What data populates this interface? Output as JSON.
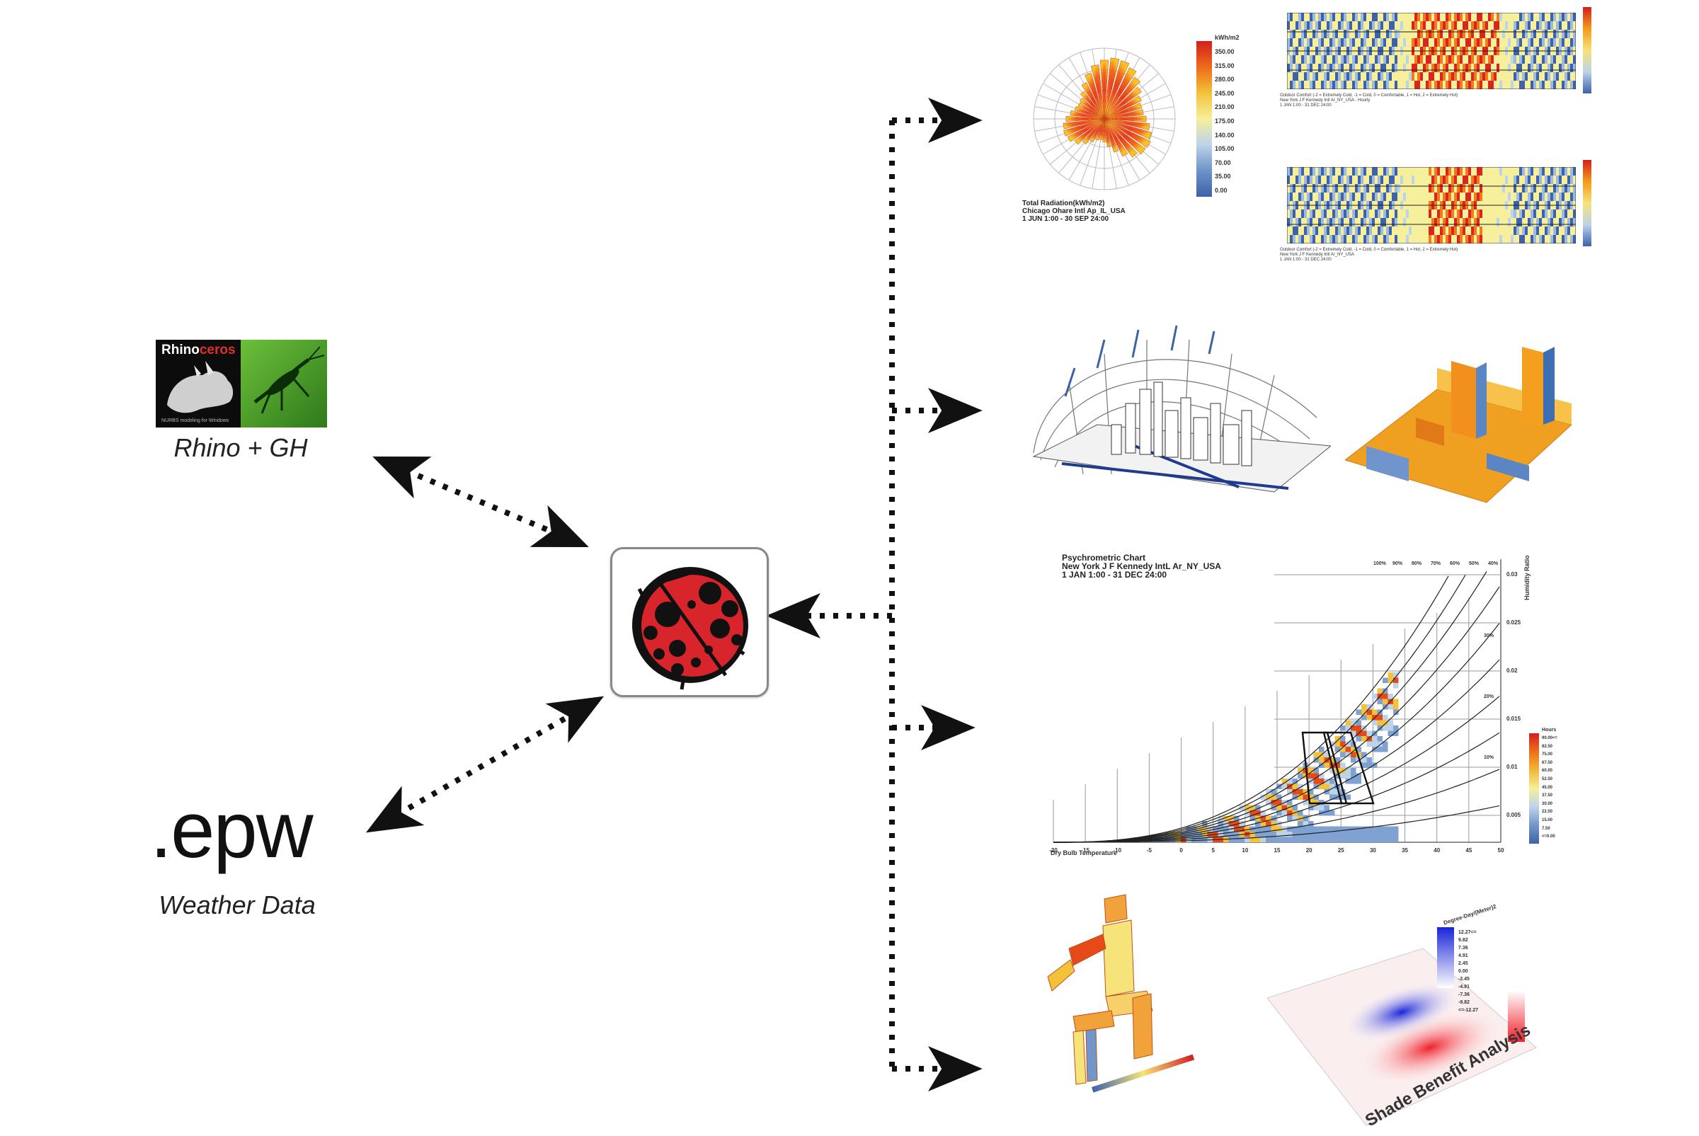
{
  "sources": {
    "rhino": {
      "logo_brand_a": "Rhino",
      "logo_brand_b": "ceros",
      "logo_tagline": "NURBS modeling for Windows",
      "label": "Rhino + GH"
    },
    "epw": {
      "title": ".epw",
      "label": "Weather Data"
    }
  },
  "hub": {
    "icon": "ladybug-icon"
  },
  "outputs": {
    "radiation_rose": {
      "legend_unit": "kWh/m2",
      "legend_values": [
        "350.00",
        "315.00",
        "280.00",
        "245.00",
        "210.00",
        "175.00",
        "140.00",
        "105.00",
        "70.00",
        "35.00",
        "0.00"
      ],
      "caption_lines": [
        "Total Radiation(kWh/m2)",
        "Chicago Ohare Intl Ap_IL_USA",
        "1 JUN 1:00 - 30 SEP 24:00"
      ]
    },
    "psychrometric": {
      "title_lines": [
        "Psychrometric Chart",
        "New York J F Kennedy IntL Ar_NY_USA",
        "1 JAN 1:00 - 31 DEC 24:00"
      ],
      "xlabel": "Dry Bulb Temperature",
      "ylabel": "Humidity Ratio",
      "x_ticks": [
        "-20",
        "-15",
        "-10",
        "-5",
        "0",
        "5",
        "10",
        "15",
        "20",
        "25",
        "30",
        "35",
        "40",
        "45",
        "50"
      ],
      "y_ticks": [
        "0.03",
        "0.025",
        "0.02",
        "0.015",
        "0.01",
        "0.005"
      ],
      "rh_labels": [
        "100%",
        "90%",
        "80%",
        "70%",
        "60%",
        "50%",
        "40%"
      ],
      "rh_side_labels": [
        "30%",
        "20%",
        "10%"
      ],
      "legend_unit": "Hours",
      "legend_values": [
        "90.00<=",
        "82.50",
        "75.00",
        "67.50",
        "60.00",
        "52.50",
        "45.00",
        "37.50",
        "30.00",
        "22.50",
        "15.00",
        "7.50",
        "<=0.00"
      ]
    },
    "shade_analysis": {
      "caption": "Shade Benefit Analysis",
      "legend_unit": "Degree-Day/(Meter)2",
      "legend_values": [
        "12.27<=",
        "9.82",
        "7.36",
        "4.91",
        "2.45",
        "0.00",
        "-2.45",
        "-4.91",
        "-7.36",
        "-9.82",
        "<=-12.27"
      ]
    },
    "comfort_top": {
      "caption_lines": [
        "Outdoor Comfort (-2 = Extremely Cold, -1 = Cold, 0 = Comfortable, 1 = Hot, 2 = Extremely Hot)",
        "New York J F Kennedy Intl Ar_NY_USA - Hourly",
        "1 JAN 1:00 - 31 DEC 24:00"
      ]
    },
    "comfort_bottom": {
      "caption_lines": [
        "Outdoor Comfort (-2 = Extremely Cold, -1 = Cold, 0 = Comfortable, 1 = Hot, 2 = Extremely Hot)",
        "New York J F Kennedy Intl Ar_NY_USA",
        "1 JAN 1:00 - 31 DEC 24:00"
      ]
    }
  }
}
